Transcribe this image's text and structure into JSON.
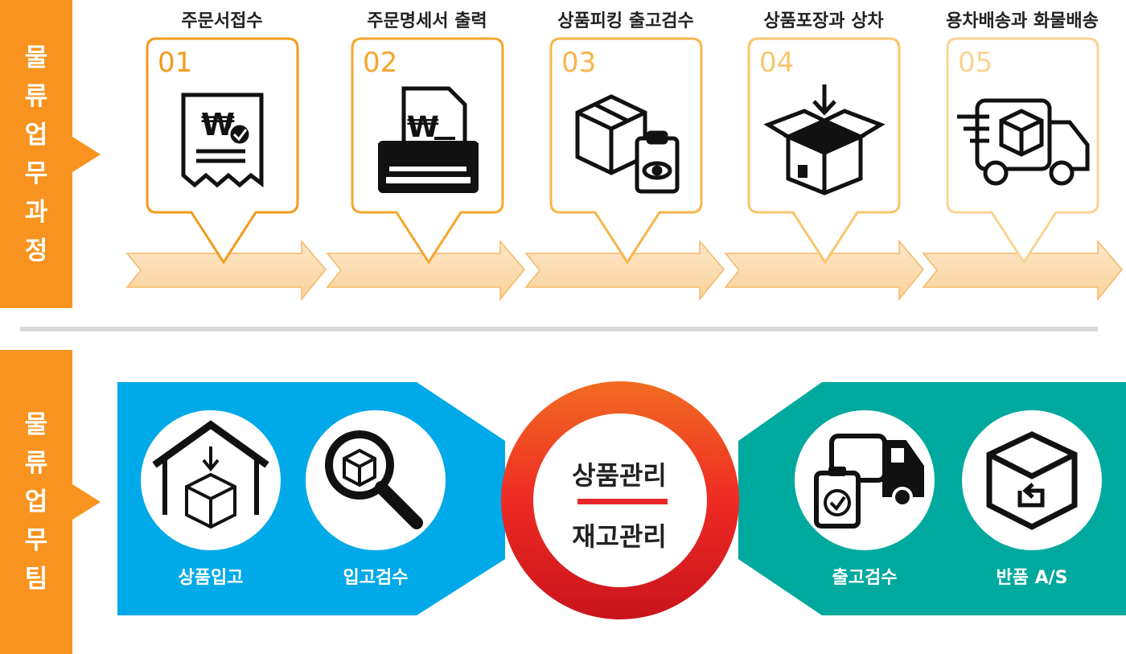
{
  "process_tab": {
    "label": "물류업무과정"
  },
  "team_tab": {
    "label": "물류업무팀"
  },
  "steps": [
    {
      "number": "01",
      "title": "주문서접수",
      "icon": "receipt-won-check-icon",
      "color": "#f39a1e"
    },
    {
      "number": "02",
      "title": "주문명세서 출력",
      "icon": "printer-won-icon",
      "color": "#f5a62e"
    },
    {
      "number": "03",
      "title": "상품피킹 출고검수",
      "icon": "box-clipboard-eye-icon",
      "color": "#f7b54a"
    },
    {
      "number": "04",
      "title": "상품포장과 상차",
      "icon": "box-pack-arrow-icon",
      "color": "#f9c56d"
    },
    {
      "number": "05",
      "title": "용차배송과 화물배송",
      "icon": "delivery-truck-box-icon",
      "color": "#fad391"
    }
  ],
  "team": {
    "left": [
      {
        "label": "상품입고",
        "icon": "warehouse-box-icon"
      },
      {
        "label": "입고검수",
        "icon": "magnifier-box-icon"
      }
    ],
    "center": {
      "top": "상품관리",
      "bottom": "재고관리"
    },
    "right": [
      {
        "label": "출고검수",
        "icon": "truck-clipboard-check-icon"
      },
      {
        "label": "반품 A/S",
        "icon": "box-return-icon"
      }
    ],
    "colors": {
      "left": "#00a9e8",
      "right": "#00a99d",
      "ring_top": "#f26c21",
      "ring_bottom": "#c9141c"
    }
  }
}
